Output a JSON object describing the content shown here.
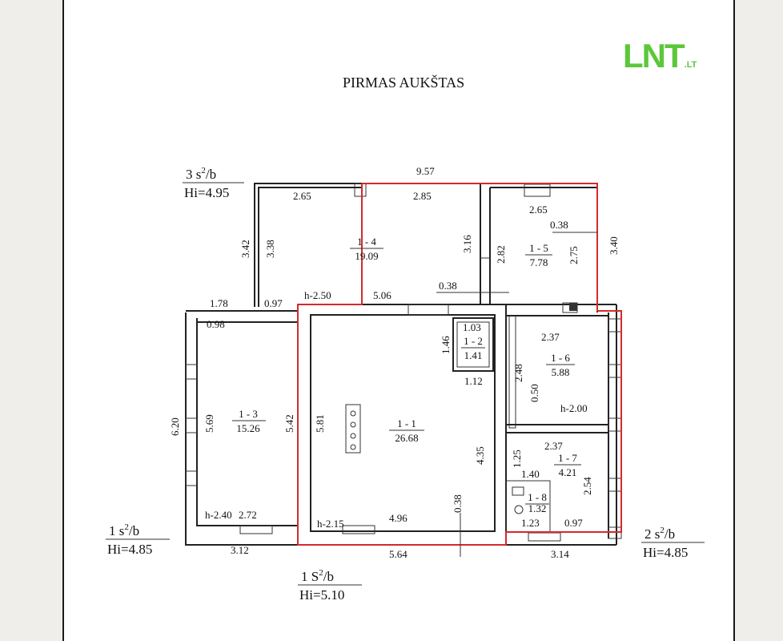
{
  "logo": {
    "main": "LNT",
    "tld": ".LT"
  },
  "title": "PIRMAS AUKŠTAS",
  "stamps": {
    "s3": {
      "a": "3  s",
      "b": "2",
      "c": "/b",
      "hi": "Hi=4.95"
    },
    "s1": {
      "a": "1  s",
      "b": "2",
      "c": "/b",
      "hi": "Hi=4.85"
    },
    "s2": {
      "a": "2  s",
      "b": "2",
      "c": "/b",
      "hi": "Hi=4.85"
    },
    "sb": {
      "a": "1  S",
      "b": "2",
      "c": "/b",
      "hi": "Hi=5.10"
    }
  },
  "rooms": {
    "r11": {
      "id": "1 - 1",
      "area": "26.68"
    },
    "r12": {
      "id": "1 - 2",
      "area": "1.41"
    },
    "r13": {
      "id": "1 - 3",
      "area": "15.26"
    },
    "r14": {
      "id": "1 - 4",
      "area": "19.09"
    },
    "r15": {
      "id": "1 - 5",
      "area": "7.78"
    },
    "r16": {
      "id": "1 - 6",
      "area": "5.88"
    },
    "r17": {
      "id": "1 - 7",
      "area": "4.21"
    },
    "r18": {
      "id": "1 - 8",
      "area": "1.32"
    }
  },
  "dims": {
    "d957": "9.57",
    "d265a": "2.65",
    "d285": "2.85",
    "d265b": "2.65",
    "d038a": "0.38",
    "d342": "3.42",
    "d338": "3.38",
    "d316": "3.16",
    "d282": "2.82",
    "d275": "2.75",
    "d340": "3.40",
    "d038b": "0.38",
    "h250": "h-2.50",
    "d506": "5.06",
    "d178": "1.78",
    "d097a": "0.97",
    "d098": "0.98",
    "d103": "1.03",
    "d146": "1.46",
    "d112": "1.12",
    "d237a": "2.37",
    "d248": "2.48",
    "d050": "0.50",
    "h200": "h-2.00",
    "d620": "6.20",
    "d569": "5.69",
    "d542": "5.42",
    "d581": "5.81",
    "d435": "4.35",
    "d237b": "2.37",
    "d125": "1.25",
    "d140": "1.40",
    "d254": "2.54",
    "d123": "1.23",
    "d097b": "0.97",
    "h240": "h-2.40",
    "d272": "2.72",
    "d038c": "0.38",
    "h215": "h-2.15",
    "d496": "4.96",
    "d312": "3.12",
    "d564": "5.64",
    "d314": "3.14"
  }
}
